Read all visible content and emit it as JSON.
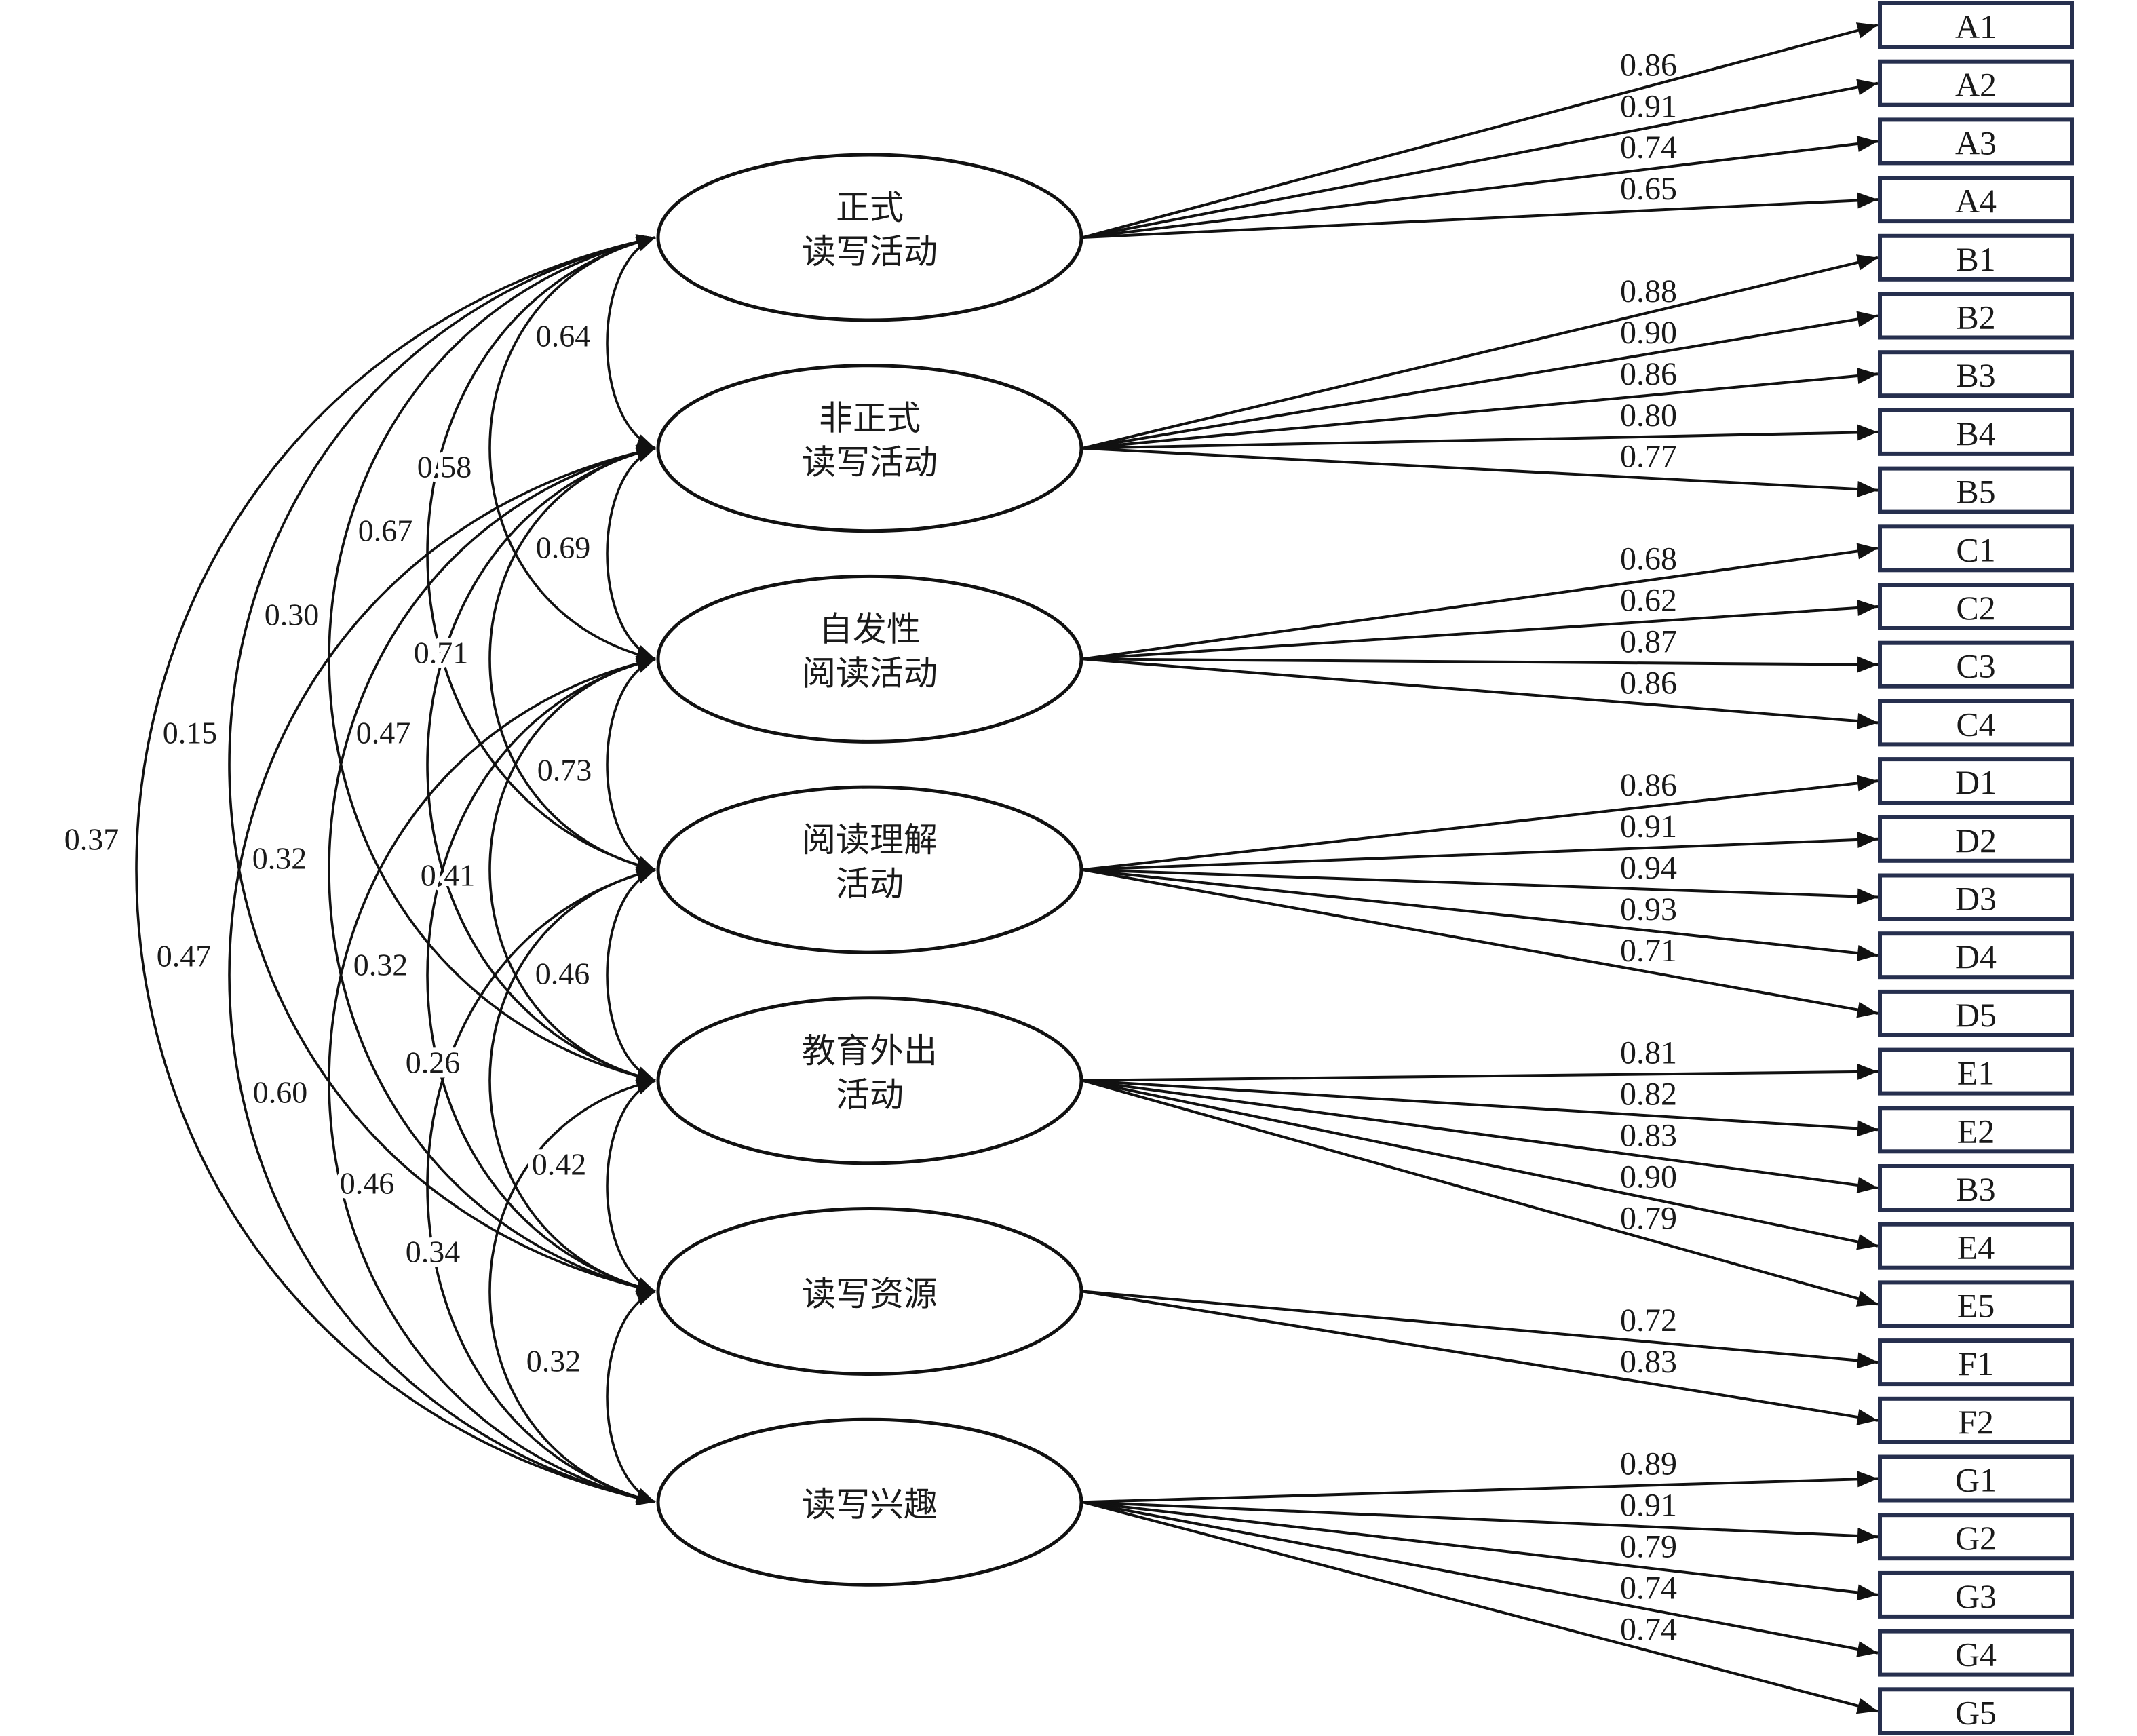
{
  "diagram": {
    "factors": [
      {
        "lines": [
          "正式",
          "读写活动"
        ]
      },
      {
        "lines": [
          "非正式",
          "读写活动"
        ]
      },
      {
        "lines": [
          "自发性",
          "阅读活动"
        ]
      },
      {
        "lines": [
          "阅读理解",
          "活动"
        ]
      },
      {
        "lines": [
          "教育外出",
          "活动"
        ]
      },
      {
        "lines": [
          "读写资源"
        ]
      },
      {
        "lines": [
          "读写兴趣"
        ]
      }
    ],
    "indicators": [
      {
        "label": "A1",
        "factor": 0,
        "loading": "0.86"
      },
      {
        "label": "A2",
        "factor": 0,
        "loading": "0.91"
      },
      {
        "label": "A3",
        "factor": 0,
        "loading": "0.74"
      },
      {
        "label": "A4",
        "factor": 0,
        "loading": "0.65"
      },
      {
        "label": "B1",
        "factor": 1,
        "loading": "0.88"
      },
      {
        "label": "B2",
        "factor": 1,
        "loading": "0.90"
      },
      {
        "label": "B3",
        "factor": 1,
        "loading": "0.86"
      },
      {
        "label": "B4",
        "factor": 1,
        "loading": "0.80"
      },
      {
        "label": "B5",
        "factor": 1,
        "loading": "0.77"
      },
      {
        "label": "C1",
        "factor": 2,
        "loading": "0.68"
      },
      {
        "label": "C2",
        "factor": 2,
        "loading": "0.62"
      },
      {
        "label": "C3",
        "factor": 2,
        "loading": "0.87"
      },
      {
        "label": "C4",
        "factor": 2,
        "loading": "0.86"
      },
      {
        "label": "D1",
        "factor": 3,
        "loading": "0.86"
      },
      {
        "label": "D2",
        "factor": 3,
        "loading": "0.91"
      },
      {
        "label": "D3",
        "factor": 3,
        "loading": "0.94"
      },
      {
        "label": "D4",
        "factor": 3,
        "loading": "0.93"
      },
      {
        "label": "D5",
        "factor": 3,
        "loading": "0.71"
      },
      {
        "label": "E1",
        "factor": 4,
        "loading": "0.81"
      },
      {
        "label": "E2",
        "factor": 4,
        "loading": "0.82"
      },
      {
        "label": "B3",
        "factor": 4,
        "loading": "0.83"
      },
      {
        "label": "E4",
        "factor": 4,
        "loading": "0.90"
      },
      {
        "label": "E5",
        "factor": 4,
        "loading": "0.79"
      },
      {
        "label": "F1",
        "factor": 5,
        "loading": "0.72"
      },
      {
        "label": "F2",
        "factor": 5,
        "loading": "0.83"
      },
      {
        "label": "G1",
        "factor": 6,
        "loading": "0.89"
      },
      {
        "label": "G2",
        "factor": 6,
        "loading": "0.91"
      },
      {
        "label": "G3",
        "factor": 6,
        "loading": "0.79"
      },
      {
        "label": "G4",
        "factor": 6,
        "loading": "0.74"
      },
      {
        "label": "G5",
        "factor": 6,
        "loading": "0.74"
      }
    ],
    "correlations": [
      {
        "a": 0,
        "b": 1,
        "value": "0.64"
      },
      {
        "a": 1,
        "b": 2,
        "value": "0.69"
      },
      {
        "a": 2,
        "b": 3,
        "value": "0.73"
      },
      {
        "a": 3,
        "b": 4,
        "value": "0.46"
      },
      {
        "a": 4,
        "b": 5,
        "value": "0.42"
      },
      {
        "a": 5,
        "b": 6,
        "value": "0.32"
      },
      {
        "a": 0,
        "b": 2,
        "value": "0.58"
      },
      {
        "a": 1,
        "b": 3,
        "value": "0.71"
      },
      {
        "a": 2,
        "b": 4,
        "value": "0.41"
      },
      {
        "a": 3,
        "b": 5,
        "value": "0.26"
      },
      {
        "a": 4,
        "b": 6,
        "value": "0.34"
      },
      {
        "a": 0,
        "b": 3,
        "value": "0.67"
      },
      {
        "a": 1,
        "b": 4,
        "value": "0.47"
      },
      {
        "a": 2,
        "b": 5,
        "value": "0.32"
      },
      {
        "a": 3,
        "b": 6,
        "value": "0.46"
      },
      {
        "a": 0,
        "b": 4,
        "value": "0.30"
      },
      {
        "a": 1,
        "b": 5,
        "value": "0.32"
      },
      {
        "a": 2,
        "b": 6,
        "value": "0.60"
      },
      {
        "a": 0,
        "b": 5,
        "value": "0.15"
      },
      {
        "a": 1,
        "b": 6,
        "value": "0.47"
      },
      {
        "a": 0,
        "b": 6,
        "value": "0.37"
      }
    ]
  },
  "colors": {
    "line": "#111111",
    "text": "#1a1a1a",
    "box_border": "#262f4e",
    "background": "#ffffff"
  }
}
